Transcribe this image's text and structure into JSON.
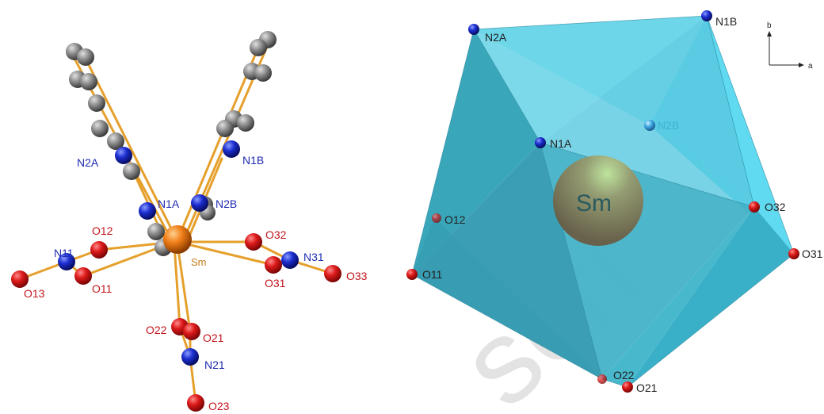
{
  "colors": {
    "bond": "#e5a02c",
    "oxygen": "#d01818",
    "nitrogen": "#1c2ed0",
    "carbon": "#8a8a8a",
    "samarium": "#f07f18",
    "polyhedron": "#3ab8cf"
  },
  "left_panel": {
    "metal_label": "Sm",
    "labels": [
      "N2A",
      "N1B",
      "N1A",
      "N2B",
      "O12",
      "O32",
      "N11",
      "N31",
      "O13",
      "O11",
      "O31",
      "O33",
      "O22",
      "O21",
      "N21",
      "O23"
    ]
  },
  "right_panel": {
    "metal_label": "Sm",
    "vertex_labels": [
      "N2A",
      "N1B",
      "N1A",
      "N2B",
      "O12",
      "O32",
      "O11",
      "O31",
      "O22",
      "O21"
    ],
    "axis": {
      "b": "b",
      "a": "a"
    }
  },
  "watermark": "scri"
}
